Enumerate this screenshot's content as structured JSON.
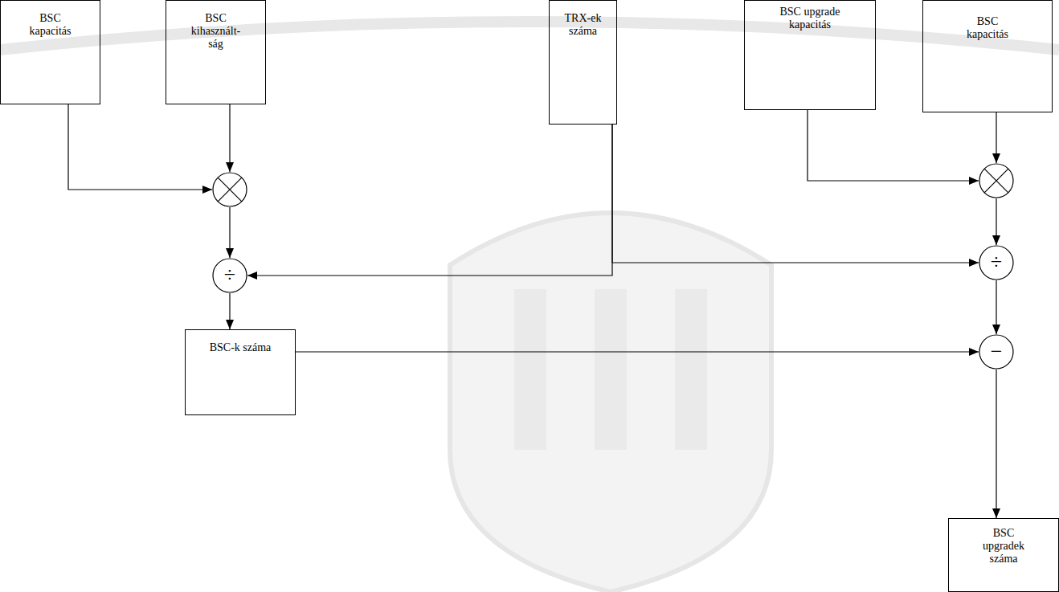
{
  "diagram": {
    "nodes": [
      {
        "text": [
          "BSC kapacitás"
        ]
      },
      {
        "text": [
          "BSC kihasznált- ság"
        ]
      },
      {
        "text": [
          "TRX-ek száma"
        ]
      },
      {
        "text": [
          "BSC upgrade kapacitás"
        ]
      },
      {
        "text": [
          "BSC kapacitás"
        ]
      },
      {
        "text": []
      },
      {
        "text": []
      },
      {
        "text": [
          "÷"
        ]
      },
      {
        "text": [
          "÷"
        ]
      },
      {
        "text": [
          "BSC-k száma"
        ]
      },
      {
        "text": [
          "−"
        ]
      },
      {
        "text": [
          "BSC upgradek száma"
        ]
      }
    ],
    "edges": [
      {
        "from": 0,
        "to": 5,
        "arrow": "to"
      },
      {
        "from": 1,
        "to": 5,
        "arrow": "to"
      },
      {
        "from": 5,
        "to": 7,
        "arrow": "to"
      },
      {
        "from": 2,
        "to": 7,
        "arrow": "to"
      },
      {
        "from": 2,
        "to": 8,
        "arrow": "to"
      },
      {
        "from": 3,
        "to": 6,
        "arrow": "to"
      },
      {
        "from": 4,
        "to": 6,
        "arrow": "to"
      },
      {
        "from": 6,
        "to": 8,
        "arrow": "to"
      },
      {
        "from": 7,
        "to": 9,
        "arrow": "to"
      },
      {
        "from": 8,
        "to": 10,
        "arrow": "to"
      },
      {
        "from": 9,
        "to": 10,
        "arrow": "to"
      },
      {
        "from": 10,
        "to": 11,
        "arrow": "to"
      }
    ]
  }
}
